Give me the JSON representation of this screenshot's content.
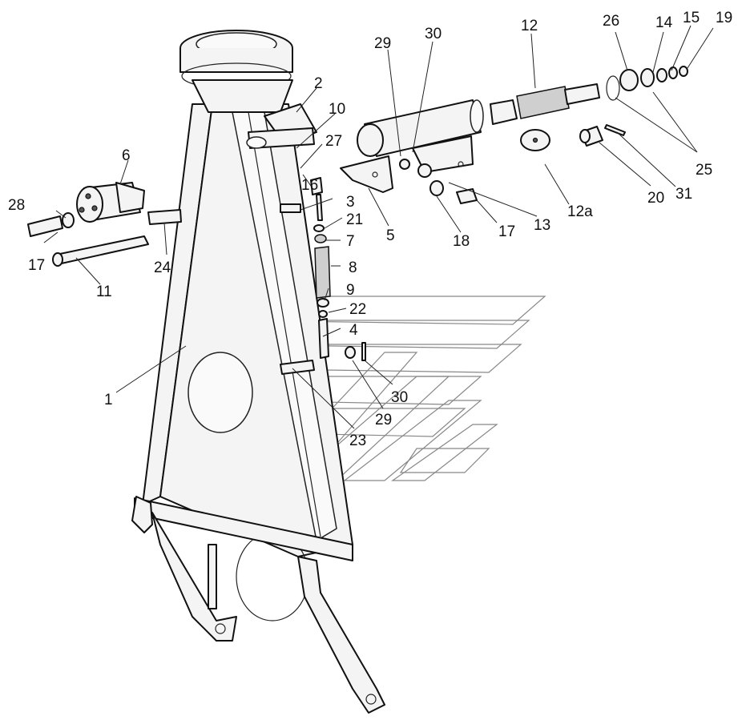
{
  "callouts": [
    {
      "id": "c1",
      "label": "1"
    },
    {
      "id": "c2",
      "label": "2"
    },
    {
      "id": "c3",
      "label": "3"
    },
    {
      "id": "c4a",
      "label": "4"
    },
    {
      "id": "c5",
      "label": "5"
    },
    {
      "id": "c6",
      "label": "6"
    },
    {
      "id": "c7",
      "label": "7"
    },
    {
      "id": "c8",
      "label": "8"
    },
    {
      "id": "c9",
      "label": "9"
    },
    {
      "id": "c10",
      "label": "10"
    },
    {
      "id": "c11",
      "label": "11"
    },
    {
      "id": "c12",
      "label": "12"
    },
    {
      "id": "c12a",
      "label": "12a"
    },
    {
      "id": "c13",
      "label": "13"
    },
    {
      "id": "c14",
      "label": "14"
    },
    {
      "id": "c15",
      "label": "15"
    },
    {
      "id": "c16",
      "label": "16"
    },
    {
      "id": "c17a",
      "label": "17"
    },
    {
      "id": "c17b",
      "label": "17"
    },
    {
      "id": "c18",
      "label": "18"
    },
    {
      "id": "c19",
      "label": "19"
    },
    {
      "id": "c20",
      "label": "20"
    },
    {
      "id": "c21",
      "label": "21"
    },
    {
      "id": "c22",
      "label": "22"
    },
    {
      "id": "c23",
      "label": "23"
    },
    {
      "id": "c24",
      "label": "24"
    },
    {
      "id": "c25",
      "label": "25"
    },
    {
      "id": "c26",
      "label": "26"
    },
    {
      "id": "c27",
      "label": "27"
    },
    {
      "id": "c28",
      "label": "28"
    },
    {
      "id": "c29a",
      "label": "29"
    },
    {
      "id": "c29b",
      "label": "29"
    },
    {
      "id": "c30a",
      "label": "30"
    },
    {
      "id": "c30b",
      "label": "30"
    },
    {
      "id": "c31",
      "label": "31"
    }
  ]
}
